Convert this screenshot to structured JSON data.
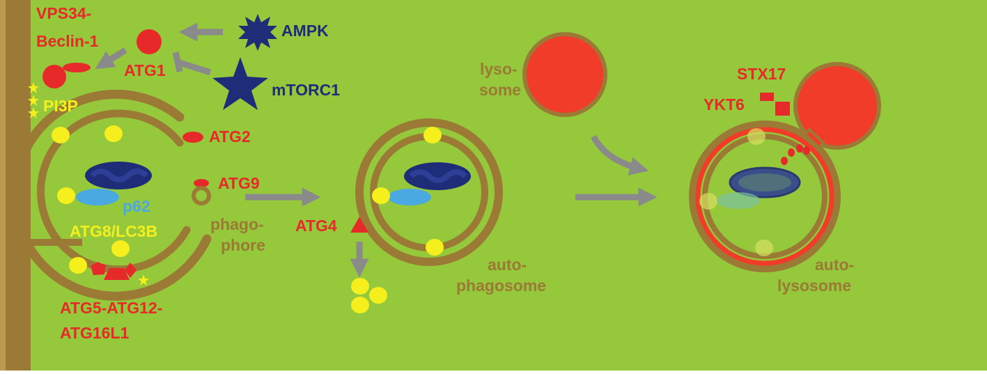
{
  "colors": {
    "background": "#96c83c",
    "membrane": "#9a7a35",
    "red": "#e62a2a",
    "lysosome": "#f03c28",
    "navy": "#1e2d78",
    "yellow": "#f5ef1e",
    "blue": "#49a9e0",
    "arrow": "#8a8a8a",
    "label_brown": "#9a7a35"
  },
  "labels": {
    "vps34_line1": "VPS34-",
    "vps34_line2": "Beclin-1",
    "atg1": "ATG1",
    "ampk": "AMPK",
    "mtorc1": "mTORC1",
    "pi3p": "PI3P",
    "atg2": "ATG2",
    "atg9": "ATG9",
    "p62": "p62",
    "atg8": "ATG8/LC3B",
    "phagophore_line1": "phago-",
    "phagophore_line2": "phore",
    "atg4": "ATG4",
    "atg5_line1": "ATG5-ATG12-",
    "atg5_line2": "ATG16L1",
    "lysosome_line1": "lyso-",
    "lysosome_line2": "some",
    "autophagosome_line1": "auto-",
    "autophagosome_line2": "phagosome",
    "stx17": "STX17",
    "ykt6": "YKT6",
    "autolysosome_line1": "auto-",
    "autolysosome_line2": "lysosome"
  }
}
